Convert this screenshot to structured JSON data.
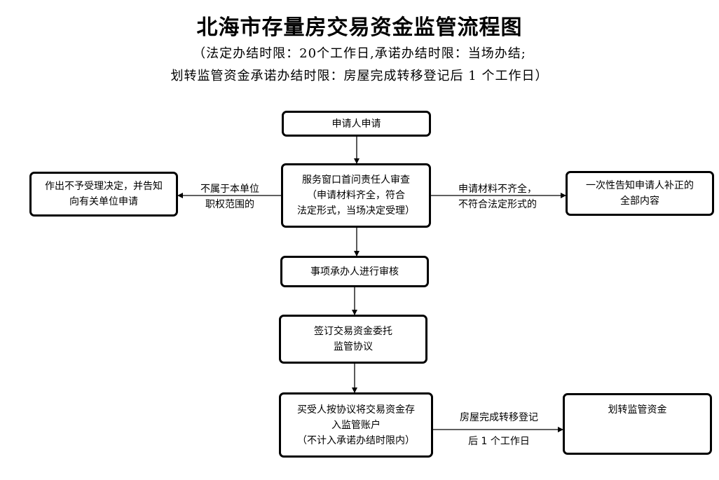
{
  "title": "北海市存量房交易资金监管流程图",
  "subtitle": {
    "line1": "（法定办结时限：20个工作日,承诺办结时限：当场办结;",
    "line2": "划转监管资金承诺办结时限：房屋完成转移登记后 1 个工作日）"
  },
  "nodes": {
    "apply": {
      "lines": [
        "申请人申请"
      ]
    },
    "review": {
      "lines": [
        "服务窗口首问责任人审查",
        "（申请材料齐全，符合",
        "法定形式，当场决定受理）"
      ]
    },
    "reject": {
      "lines": [
        "作出不予受理决定，并告知",
        "向有关单位申请"
      ]
    },
    "notify": {
      "lines": [
        "一次性告知申请人补正的",
        "全部内容"
      ]
    },
    "handle": {
      "lines": [
        "事项承办人进行审核"
      ]
    },
    "sign": {
      "lines": [
        "签订交易资金委托",
        "监管协议"
      ]
    },
    "deposit": {
      "lines": [
        "买受人按协议将交易资金存",
        "入监管账户",
        "（不计入承诺办结时限内）"
      ]
    },
    "transfer": {
      "lines": [
        "划转监管资金"
      ]
    }
  },
  "edges": {
    "reject_label": [
      "不属于本单位",
      "职权范围的"
    ],
    "notify_label": [
      "申请材料不齐全，",
      "不符合法定形式的"
    ],
    "transfer_label": [
      "房屋完成转移登记",
      "后 1 个工作日"
    ]
  }
}
